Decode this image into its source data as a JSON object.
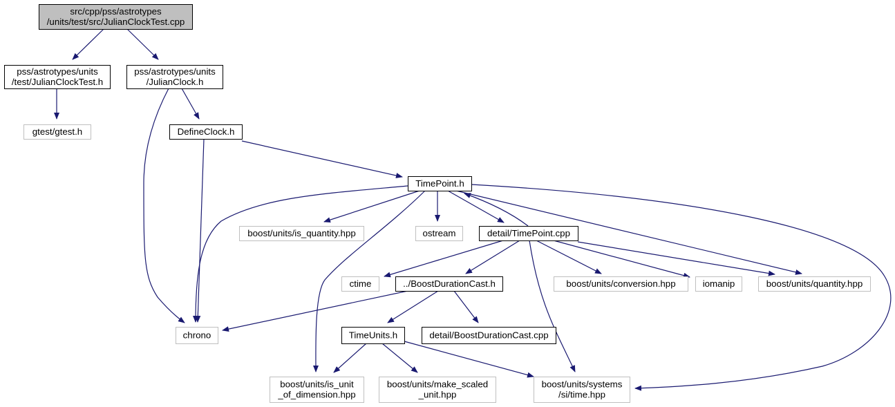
{
  "colors": {
    "edge": "#191970",
    "root_fill": "#bfbfbf",
    "node_border": "#000000",
    "external_border": "#bfbfbf",
    "node_fill": "#ffffff",
    "text": "#000000"
  },
  "nodes": [
    {
      "id": "root",
      "lines": [
        "src/cpp/pss/astrotypes",
        "/units/test/src/JulianClockTest.cpp"
      ],
      "kind": "root"
    },
    {
      "id": "julianclocktest_h",
      "lines": [
        "pss/astrotypes/units",
        "/test/JulianClockTest.h"
      ],
      "kind": "normal"
    },
    {
      "id": "julianclock_h",
      "lines": [
        "pss/astrotypes/units",
        "/JulianClock.h"
      ],
      "kind": "normal"
    },
    {
      "id": "gtest_h",
      "lines": [
        "gtest/gtest.h"
      ],
      "kind": "external"
    },
    {
      "id": "defineclock_h",
      "lines": [
        "DefineClock.h"
      ],
      "kind": "normal"
    },
    {
      "id": "timepoint_h",
      "lines": [
        "TimePoint.h"
      ],
      "kind": "normal"
    },
    {
      "id": "is_quantity",
      "lines": [
        "boost/units/is_quantity.hpp"
      ],
      "kind": "external"
    },
    {
      "id": "ostream",
      "lines": [
        "ostream"
      ],
      "kind": "external"
    },
    {
      "id": "timepoint_cpp",
      "lines": [
        "detail/TimePoint.cpp"
      ],
      "kind": "normal"
    },
    {
      "id": "ctime",
      "lines": [
        "ctime"
      ],
      "kind": "external"
    },
    {
      "id": "boostdurationcast_h",
      "lines": [
        "../BoostDurationCast.h"
      ],
      "kind": "normal"
    },
    {
      "id": "conversion",
      "lines": [
        "boost/units/conversion.hpp"
      ],
      "kind": "external"
    },
    {
      "id": "iomanip",
      "lines": [
        "iomanip"
      ],
      "kind": "external"
    },
    {
      "id": "quantity",
      "lines": [
        "boost/units/quantity.hpp"
      ],
      "kind": "external"
    },
    {
      "id": "chrono",
      "lines": [
        "chrono"
      ],
      "kind": "external"
    },
    {
      "id": "timeunits_h",
      "lines": [
        "TimeUnits.h"
      ],
      "kind": "normal"
    },
    {
      "id": "boostdurationcast_cpp",
      "lines": [
        "detail/BoostDurationCast.cpp"
      ],
      "kind": "normal"
    },
    {
      "id": "is_unit_of_dimension",
      "lines": [
        "boost/units/is_unit",
        "_of_dimension.hpp"
      ],
      "kind": "external"
    },
    {
      "id": "make_scaled_unit",
      "lines": [
        "boost/units/make_scaled",
        "_unit.hpp"
      ],
      "kind": "external"
    },
    {
      "id": "si_time",
      "lines": [
        "boost/units/systems",
        "/si/time.hpp"
      ],
      "kind": "external"
    }
  ],
  "edges": [
    {
      "from": "root",
      "to": "julianclocktest_h"
    },
    {
      "from": "root",
      "to": "julianclock_h"
    },
    {
      "from": "julianclocktest_h",
      "to": "gtest_h"
    },
    {
      "from": "julianclock_h",
      "to": "defineclock_h"
    },
    {
      "from": "julianclock_h",
      "to": "chrono"
    },
    {
      "from": "defineclock_h",
      "to": "timepoint_h"
    },
    {
      "from": "defineclock_h",
      "to": "chrono"
    },
    {
      "from": "timepoint_h",
      "to": "chrono"
    },
    {
      "from": "timepoint_h",
      "to": "is_quantity"
    },
    {
      "from": "timepoint_h",
      "to": "ostream"
    },
    {
      "from": "timepoint_h",
      "to": "timepoint_cpp"
    },
    {
      "from": "timepoint_h",
      "to": "quantity"
    },
    {
      "from": "timepoint_h",
      "to": "is_unit_of_dimension"
    },
    {
      "from": "timepoint_h",
      "to": "si_time"
    },
    {
      "from": "timepoint_cpp",
      "to": "timepoint_h"
    },
    {
      "from": "timepoint_cpp",
      "to": "ctime"
    },
    {
      "from": "timepoint_cpp",
      "to": "boostdurationcast_h"
    },
    {
      "from": "timepoint_cpp",
      "to": "conversion"
    },
    {
      "from": "timepoint_cpp",
      "to": "iomanip"
    },
    {
      "from": "timepoint_cpp",
      "to": "quantity"
    },
    {
      "from": "timepoint_cpp",
      "to": "si_time"
    },
    {
      "from": "boostdurationcast_h",
      "to": "chrono"
    },
    {
      "from": "boostdurationcast_h",
      "to": "timeunits_h"
    },
    {
      "from": "boostdurationcast_h",
      "to": "boostdurationcast_cpp"
    },
    {
      "from": "timeunits_h",
      "to": "is_unit_of_dimension"
    },
    {
      "from": "timeunits_h",
      "to": "make_scaled_unit"
    },
    {
      "from": "timeunits_h",
      "to": "si_time"
    }
  ]
}
